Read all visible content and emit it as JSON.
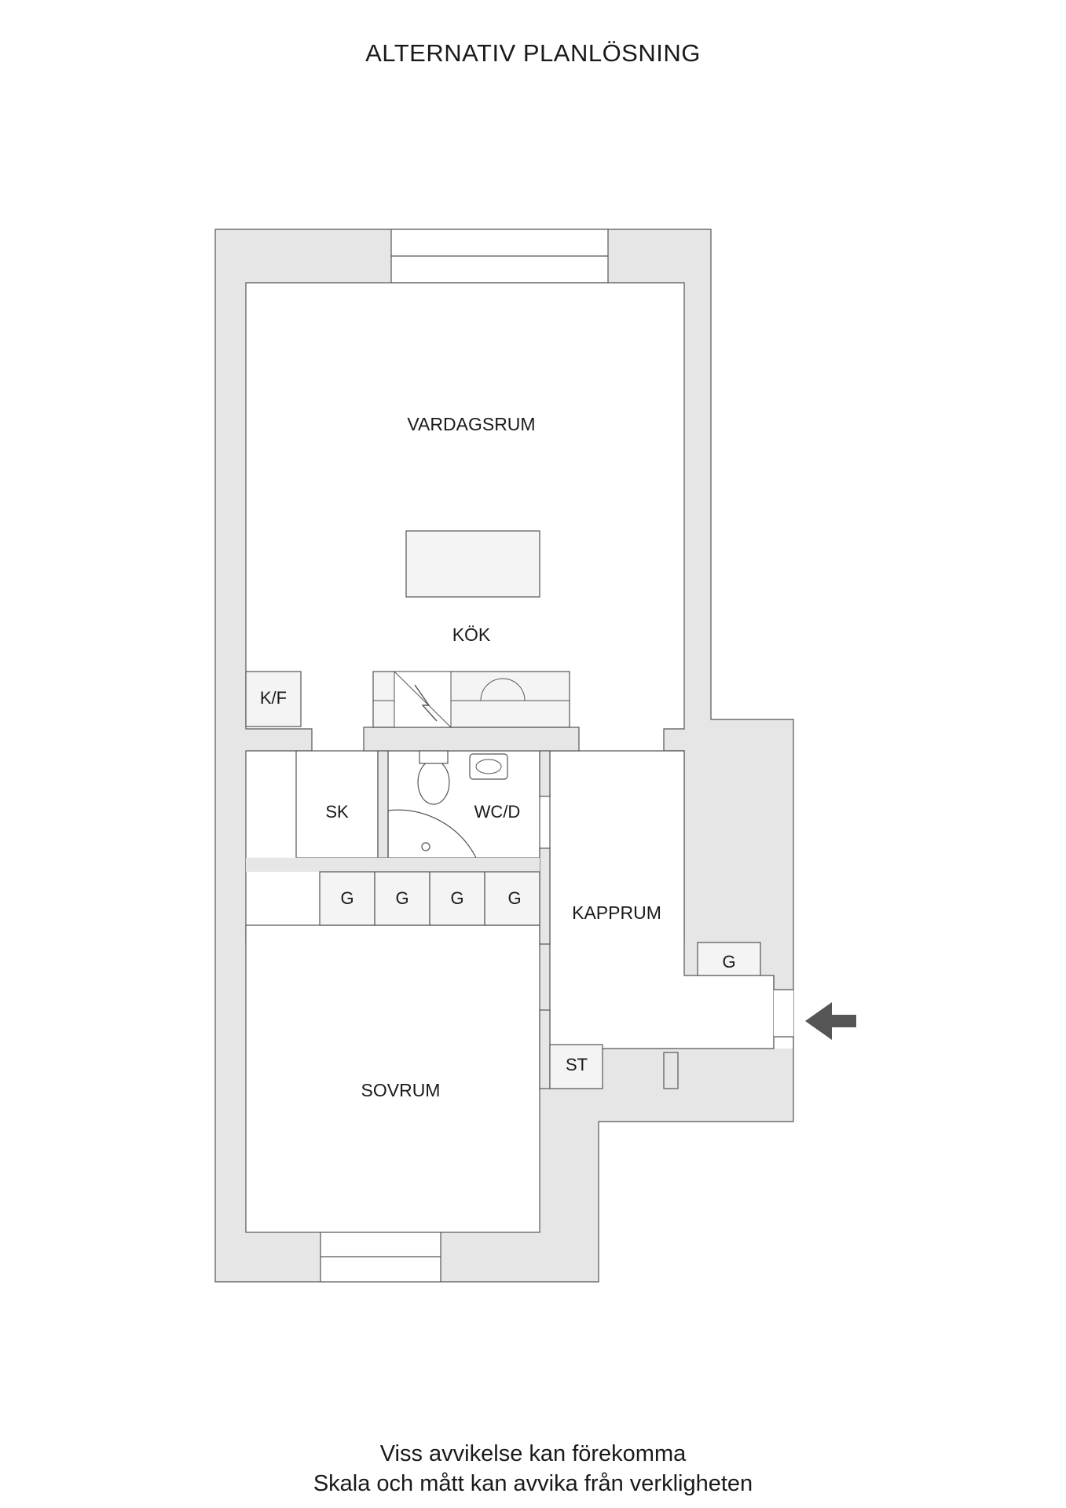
{
  "title": "ALTERNATIV PLANLÖSNING",
  "rooms": {
    "vardagsrum": "VARDAGSRUM",
    "kok": "KÖK",
    "kf": "K/F",
    "sk": "SK",
    "wcd": "WC/D",
    "kapprum": "KAPPRUM",
    "sovrum": "SOVRUM",
    "st": "ST"
  },
  "closets": [
    "G",
    "G",
    "G",
    "G",
    "G"
  ],
  "disclaimer": {
    "line1": "Viss avvikelse kan förekomma",
    "line2": "Skala och mått kan avvika från verkligheten"
  },
  "colors": {
    "wall": "#e6e6e6",
    "line": "#555555",
    "arrow": "#555555"
  },
  "icons": {
    "entrance": "entrance-arrow-icon"
  }
}
